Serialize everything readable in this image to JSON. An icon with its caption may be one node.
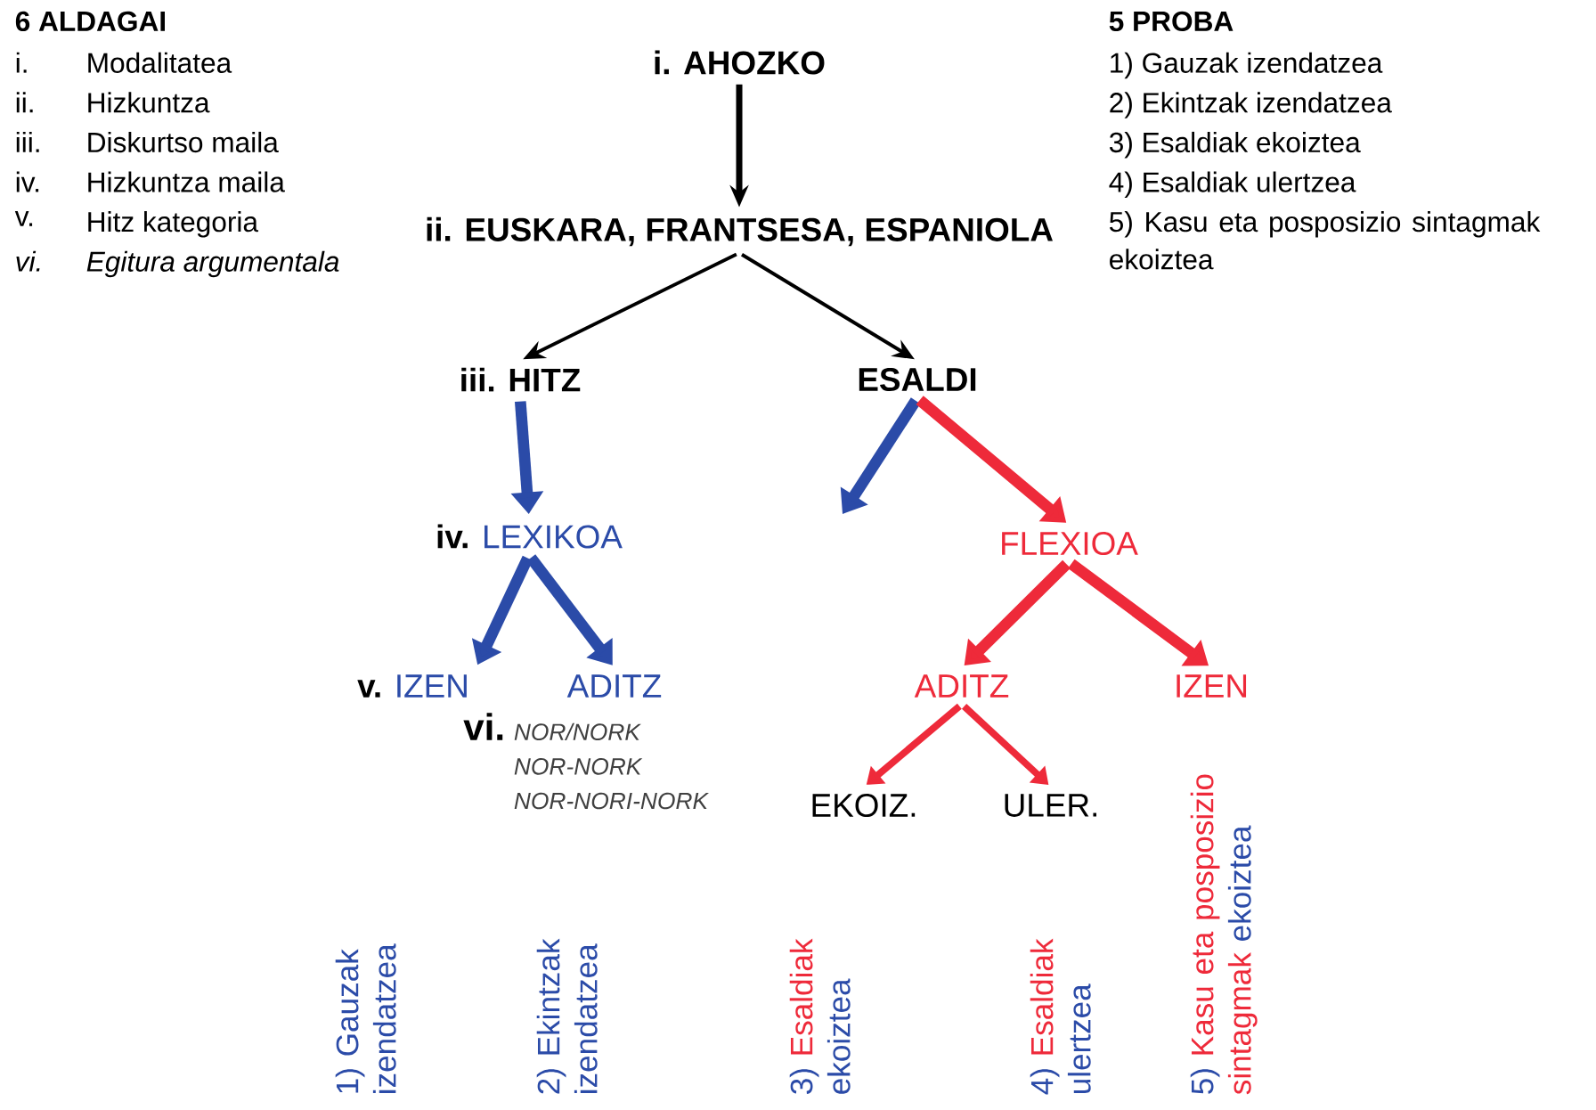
{
  "diagram": {
    "nodes": [
      {
        "text": [
          "i. AHOZKO"
        ]
      },
      {
        "text": [
          "ii. EUSKARA, FRANTSESA, ESPANIOLA"
        ]
      },
      {
        "text": [
          "iii. HITZ"
        ]
      },
      {
        "text": [
          "ESALDI"
        ]
      },
      {
        "text": [
          "iv.",
          "LEXIKOA"
        ]
      },
      {
        "text": [
          "v.",
          "IZEN"
        ]
      },
      {
        "text": [
          "ADITZ"
        ]
      },
      {
        "text": [
          "vi.",
          "NOR/NORK",
          "NOR-NORK",
          "NOR-NORI-NORK"
        ]
      },
      {
        "text": [
          "FLEXIOA"
        ]
      },
      {
        "text": [
          "ADITZ"
        ]
      },
      {
        "text": [
          "IZEN"
        ]
      },
      {
        "text": [
          "EKOIZ."
        ]
      },
      {
        "text": [
          "ULER."
        ]
      }
    ],
    "edges": [
      {
        "from": 0,
        "to": 1,
        "arrow": "to",
        "color": "#000000"
      },
      {
        "from": 1,
        "to": 2,
        "arrow": "to",
        "color": "#000000"
      },
      {
        "from": 1,
        "to": 3,
        "arrow": "to",
        "color": "#000000"
      },
      {
        "from": 2,
        "to": 4,
        "arrow": "to",
        "color": "#2b4ba8"
      },
      {
        "from": 4,
        "to": 5,
        "arrow": "to",
        "color": "#2b4ba8"
      },
      {
        "from": 4,
        "to": 6,
        "arrow": "to",
        "color": "#2b4ba8"
      },
      {
        "from": 3,
        "to": null,
        "arrow": "to",
        "color": "#2b4ba8"
      },
      {
        "from": 3,
        "to": 8,
        "arrow": "to"
      },
      {
        "from": 8,
        "to": 9,
        "arrow": "to"
      },
      {
        "from": 8,
        "to": 10,
        "arrow": "to"
      },
      {
        "from": 9,
        "to": 11,
        "arrow": "to"
      },
      {
        "from": 9,
        "to": 12,
        "arrow": "to"
      }
    ],
    "labels": [
      "6 ALDAGAI",
      "i.",
      "Modalitatea",
      "ii.",
      "Hizkuntza",
      "iii.",
      "Diskurtso maila",
      "iv.",
      "Hizkuntza maila",
      "v.",
      "Hitz kategoria",
      "vi.",
      "Egitura argumentala",
      "5 PROBA",
      "1) Gauzak izendatzea",
      "2) Ekintzak izendatzea",
      "3) Esaldiak ekoiztea",
      "4) Esaldiak ulertzea",
      "5) Kasu eta posposizio sintagmak ekoiztea",
      "1) Gauzak izendatzea",
      "2) Ekintzak izendatzea",
      "3)",
      "Esaldiak",
      "ekoiztea",
      "4)",
      "Esaldiak",
      "ulertzea",
      "5)",
      "Kasu eta posposizio sintagmak",
      "ekoiztea"
    ]
  }
}
